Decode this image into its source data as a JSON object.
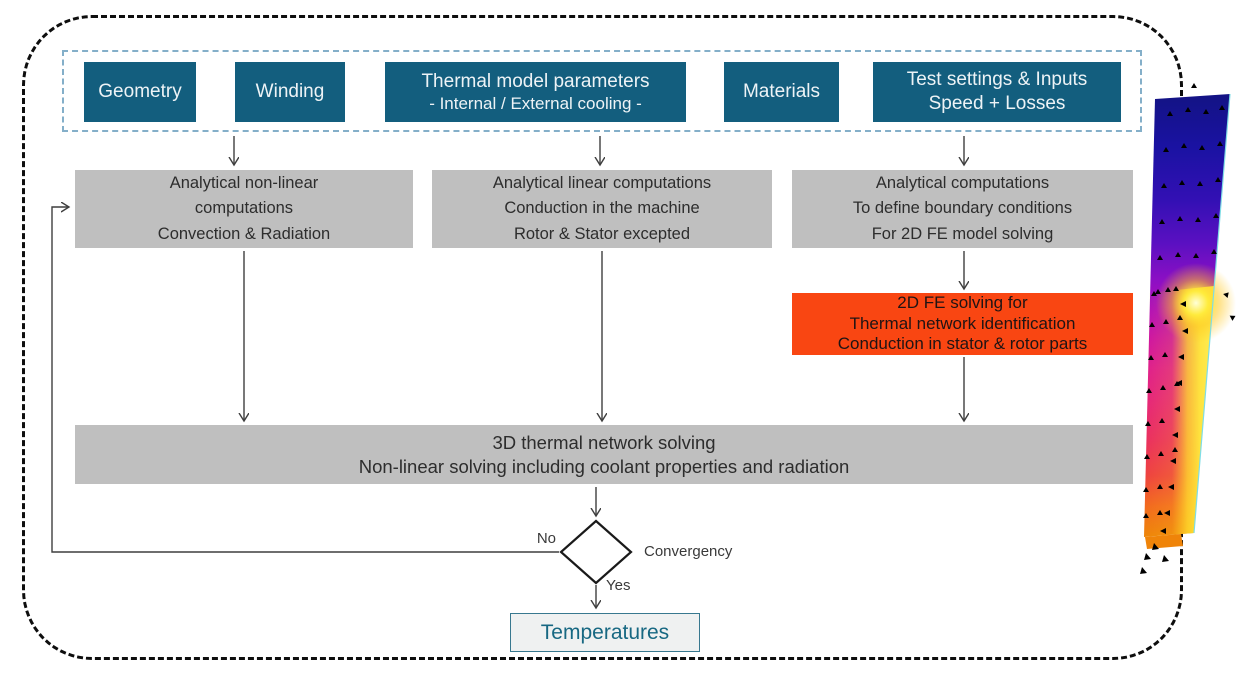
{
  "flowchart": {
    "inputs": [
      {
        "label": "Geometry"
      },
      {
        "label": "Winding"
      },
      {
        "label": "Thermal model parameters",
        "sublabel": "- Internal / External cooling -"
      },
      {
        "label": "Materials"
      },
      {
        "label": "Test settings & Inputs",
        "sublabel": "Speed + Losses"
      }
    ],
    "analytical": [
      {
        "lines": [
          "Analytical non-linear",
          "computations",
          "Convection & Radiation"
        ]
      },
      {
        "lines": [
          "Analytical linear computations",
          "Conduction in the machine",
          "Rotor & Stator excepted"
        ]
      },
      {
        "lines": [
          "Analytical computations",
          "To define boundary conditions",
          "For 2D FE model solving"
        ]
      }
    ],
    "fe_solving": {
      "lines": [
        "2D FE solving for",
        "Thermal network identification",
        "Conduction in stator & rotor parts"
      ]
    },
    "network_solving": {
      "lines": [
        "3D thermal network solving",
        "Non-linear solving including coolant properties and radiation"
      ]
    },
    "decision": {
      "label": "Convergency",
      "no": "No",
      "yes": "Yes"
    },
    "output": {
      "label": "Temperatures"
    },
    "colors": {
      "input_box": "#135e7e",
      "process_box": "#bfbfbf",
      "fe_box": "#f94612",
      "output_text": "#176882",
      "inputs_container_dash": "#84afc9",
      "fe_plot_cold": "#131384",
      "fe_plot_hot": "#ffee55"
    }
  }
}
